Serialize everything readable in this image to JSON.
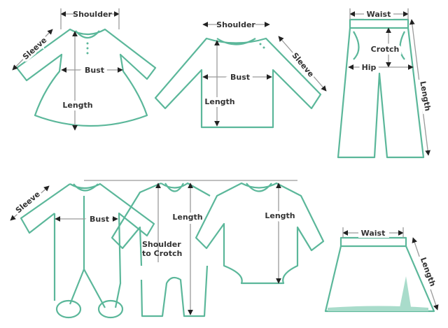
{
  "title": "Baby clothing size measurement guide",
  "colors": {
    "outline": "#5bb79a",
    "measure": "#9a9a9a",
    "text": "#333333"
  },
  "dress": {
    "shoulder": "Shoulder",
    "sleeve": "Sleeve",
    "bust": "Bust",
    "length": "Length"
  },
  "shirt": {
    "shoulder": "Shoulder",
    "sleeve": "Sleeve",
    "bust": "Bust",
    "length": "Length"
  },
  "pants": {
    "waist": "Waist",
    "crotch": "Crotch",
    "hip": "Hip",
    "length": "Length"
  },
  "sleeper": {
    "sleeve": "Sleeve",
    "bust": "Bust"
  },
  "romper": {
    "shoulder_to_crotch_1": "Shoulder",
    "shoulder_to_crotch_2": "to Crotch",
    "length": "Length"
  },
  "bodysuit": {
    "length": "Length"
  },
  "skirt": {
    "waist": "Waist",
    "length": "Length"
  }
}
